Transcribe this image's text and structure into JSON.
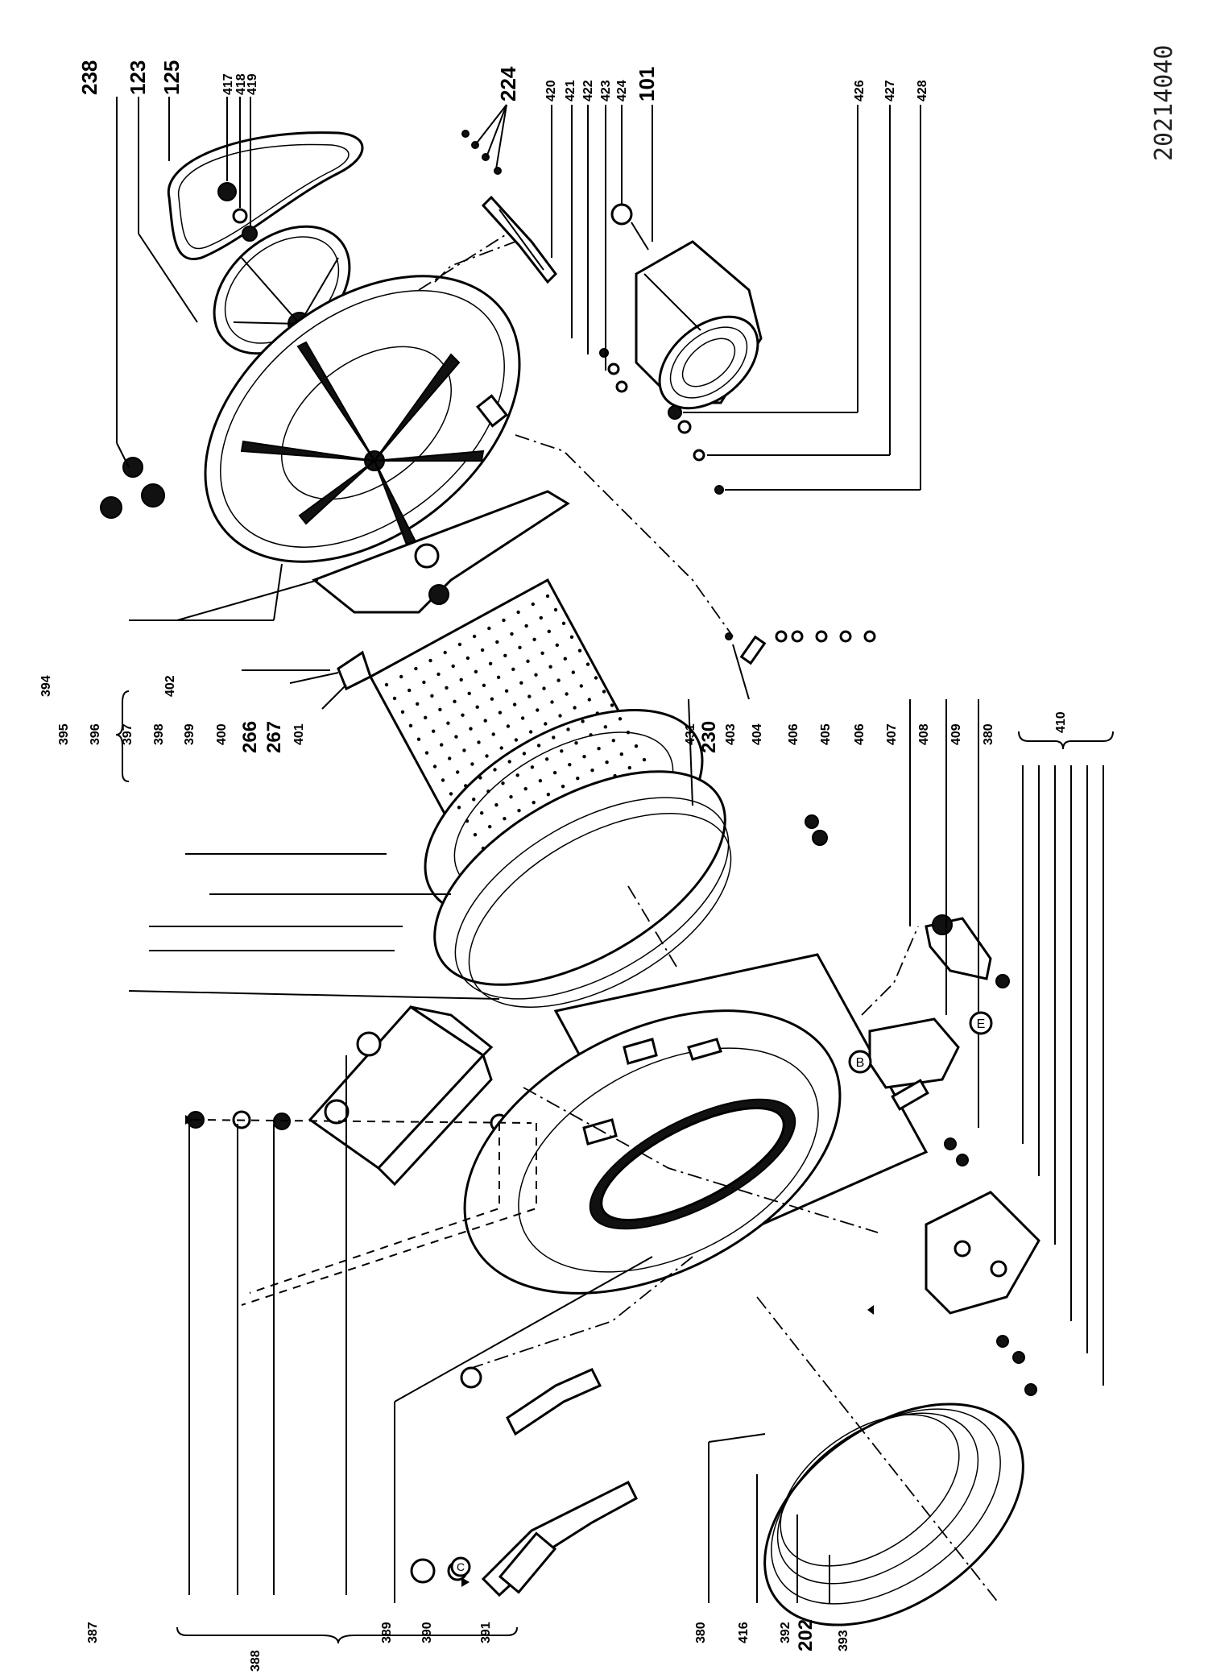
{
  "document_id": "20214040",
  "labels": {
    "top_row": [
      "238",
      "123",
      "125",
      "417",
      "418",
      "419",
      "224",
      "420",
      "421",
      "422",
      "423",
      "424",
      "101",
      "426",
      "427",
      "428"
    ],
    "middle_row": [
      "394",
      "402",
      "395",
      "396",
      "397",
      "398",
      "399",
      "400",
      "266",
      "267",
      "401",
      "431",
      "230",
      "403",
      "404",
      "406",
      "405",
      "406",
      "407",
      "408",
      "409",
      "380",
      "410"
    ],
    "bottom_row": [
      "387",
      "388",
      "389",
      "390",
      "391",
      "380",
      "416",
      "392",
      "202",
      "393"
    ]
  },
  "callouts": {
    "B": "B",
    "E": "E",
    "C": "C"
  }
}
